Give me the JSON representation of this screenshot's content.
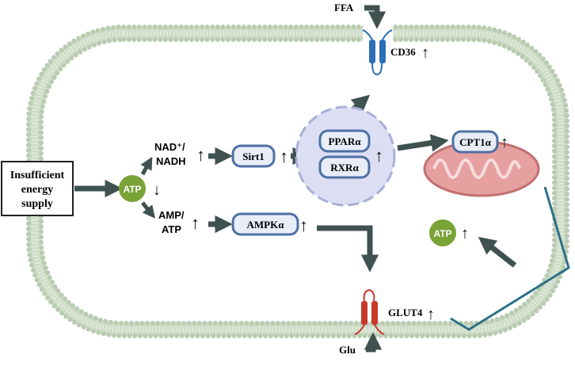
{
  "diagram": {
    "input_box": {
      "lines": [
        "Insufficient",
        "energy",
        "supply"
      ]
    },
    "atp_center": "ATP",
    "atp_right": "ATP",
    "nad_ratio": {
      "line1": "NAD⁺/",
      "line2": "NADH"
    },
    "amp_ratio": {
      "line1": "AMP/",
      "line2": "ATP"
    },
    "sirt1": "Sirt1",
    "ampk": "AMPKα",
    "ppar": "PPARα",
    "rxr": "RXRα",
    "cpt1": "CPT1α",
    "cd36": "CD36",
    "glut4": "GLUT4",
    "ffa": "FFA",
    "glu": "Glu",
    "up_arrow": "↑",
    "down_arrow": "↓",
    "colors": {
      "membrane": "#cfddc9",
      "head": "#b9ccb2",
      "arrow": "#3f524f",
      "atp": "#79a336",
      "protein_fill": "#e8edf8",
      "protein_stroke": "#4e6fa3",
      "nucleus_fill": "#dcdff3",
      "nucleus_stroke": "#a8b0d8",
      "cd36": "#2c6fb5",
      "glut4": "#c8392b",
      "mito_fill": "#e6a0a0",
      "mito_stroke": "#c27070",
      "teal_line": "#2e7088"
    }
  }
}
